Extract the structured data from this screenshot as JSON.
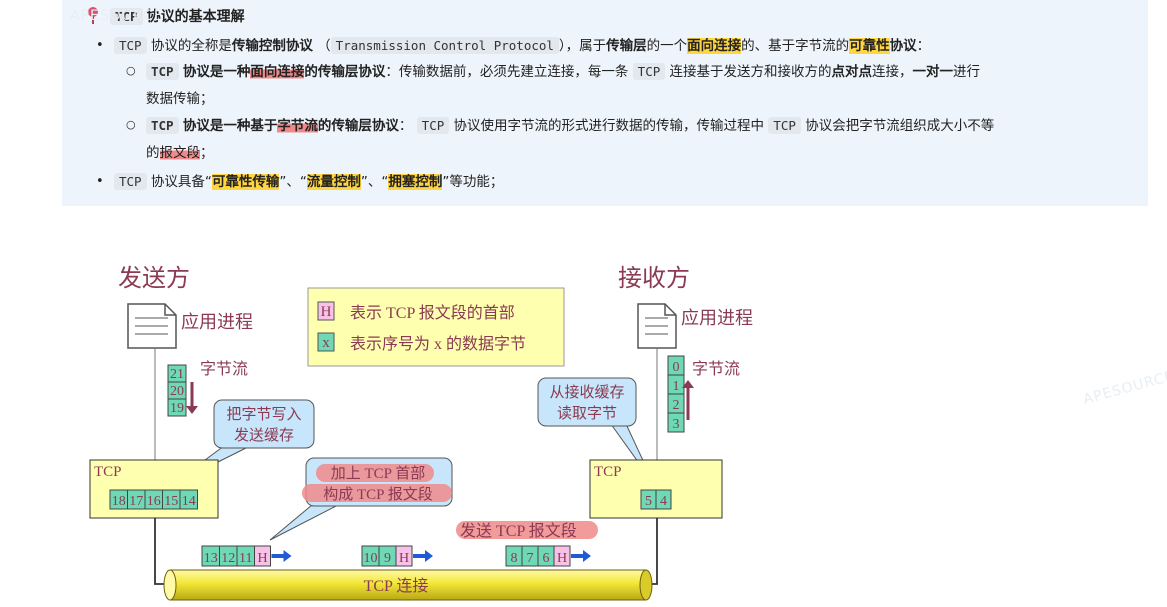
{
  "note": {
    "title_code": "TCP",
    "title_text": "协议的基本理解",
    "b1": {
      "code1": "TCP",
      "t1": "协议的全称是",
      "bold1": "传输控制协议",
      "t2": "（",
      "code2": "Transmission Control Protocol",
      "t3": "），属于",
      "bold2": "传输层",
      "t4": "的一个",
      "hl1": "面向连接",
      "t5": "的、基于字节流的",
      "hl2": "可靠性",
      "bold3": "协议",
      "t6": "："
    },
    "s1": {
      "code1": "TCP",
      "bold1": "协议是一种",
      "hl1": "面向连接",
      "bold2": "的传输层协议",
      "t1": "：传输数据前，必须先建立连接，每一条",
      "code2": "TCP",
      "t2": "连接基于发送方和接收方的",
      "bold3": "点对点",
      "t3": "连接，",
      "bold4": "一对一",
      "t4": "进行",
      "t5": "数据传输；"
    },
    "s2": {
      "code1": "TCP",
      "bold1": "协议是一种基于",
      "hl1": "字节流",
      "bold2": "的传输层协议",
      "t1": "：",
      "code2": "TCP",
      "t2": "协议使用字节流的形式进行数据的传输，传输过程中",
      "code3": "TCP",
      "t3": "协议会把字节流组织成大小不等",
      "t4": "的",
      "hl2": "报文段",
      "t5": "；"
    },
    "b2": {
      "code1": "TCP",
      "t1": "协议具备“",
      "hl1": "可靠性传输",
      "t2": "”、“",
      "hl2": "流量控制",
      "t3": "”、“",
      "hl3": "拥塞控制",
      "t4": "”等功能；"
    }
  },
  "diagram": {
    "sender": "发送方",
    "receiver": "接收方",
    "app_process": "应用进程",
    "byte_stream": "字节流",
    "legend_h_box": "H",
    "legend_h_text": "表示 TCP 报文段的首部",
    "legend_x_box": "x",
    "legend_x_text": "表示序号为 x 的数据字节",
    "sender_stream": [
      "21",
      "20",
      "19"
    ],
    "receiver_stream": [
      "0",
      "1",
      "2",
      "3"
    ],
    "write_bubble_1": "把字节写入",
    "write_bubble_2": "发送缓存",
    "read_bubble_1": "从接收缓存",
    "read_bubble_2": "读取字节",
    "tcp_label": "TCP",
    "send_buffer": [
      "18",
      "17",
      "16",
      "15",
      "14"
    ],
    "recv_buffer": [
      "5",
      "4"
    ],
    "add_header_1": "加上 TCP 首部",
    "add_header_2": "构成 TCP 报文段",
    "send_segment": "发送 TCP 报文段",
    "seg1": [
      "13",
      "12",
      "11"
    ],
    "seg2": [
      "10",
      "9"
    ],
    "seg3": [
      "8",
      "7",
      "6"
    ],
    "header_mark": "H",
    "pipe_label": "TCP 连接"
  },
  "colors": {
    "maroon": "#8a3a52",
    "buffer_fill": "#ffffb0",
    "byte_fill": "#6fd8b4",
    "header_fill": "#f8c2e8",
    "bubble_fill": "#c7e6fb",
    "pipe_fill": "#f2e635",
    "arrow_blue": "#1f5bd6",
    "highlight_yellow": "#ffd640",
    "highlight_red": "#f08a8a"
  }
}
